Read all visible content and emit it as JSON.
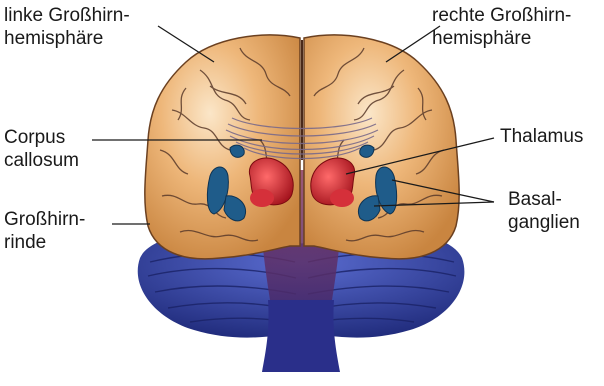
{
  "labels": {
    "left_hemisphere": [
      "linke Großhirn-",
      "hemisphäre"
    ],
    "right_hemisphere": [
      "rechte Großhirn-",
      "hemisphäre"
    ],
    "corpus_callosum": [
      "Corpus",
      "callosum"
    ],
    "thalamus": [
      "Thalamus"
    ],
    "basal_ganglia": [
      "Basal-",
      "ganglien"
    ],
    "cortex": [
      "Großhirn-",
      "rinde"
    ]
  },
  "colors": {
    "cortex": "#e3a765",
    "cortex_light": "#f3d2a8",
    "gyri_lines": "#5a3a2a",
    "thalamus": "#c8202a",
    "basal_ganglia": "#1f5c8a",
    "brainstem": "#7a3b55",
    "cerebellum": "#2e3f9e",
    "leader_lines": "#1a1a1a"
  }
}
